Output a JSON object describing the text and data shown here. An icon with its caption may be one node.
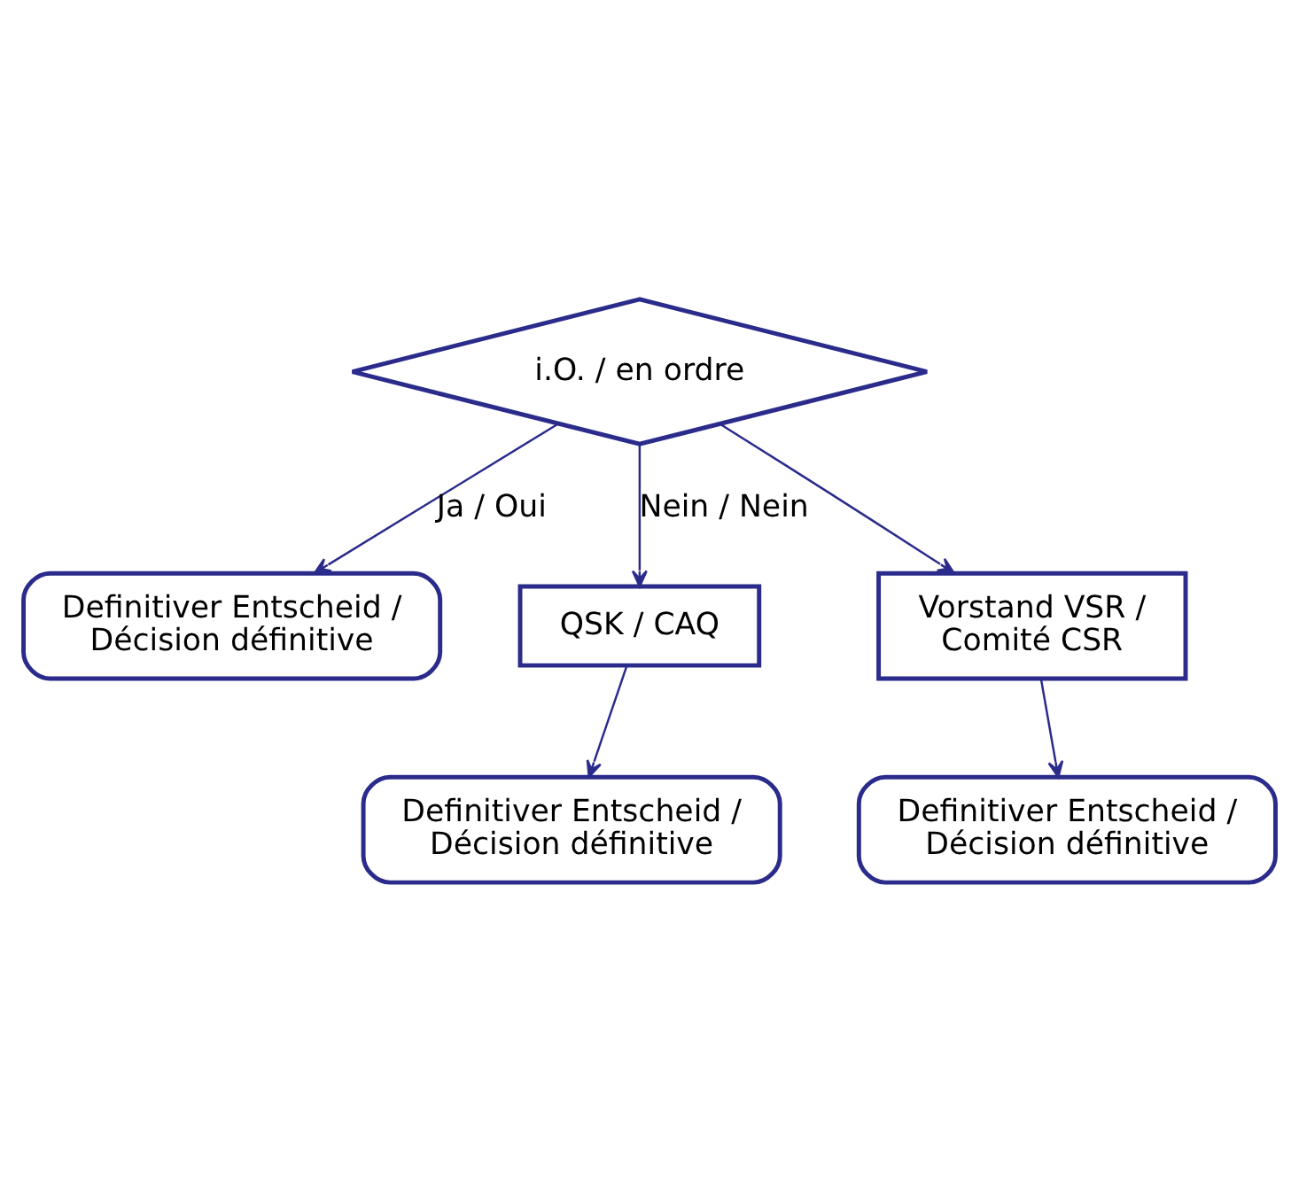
{
  "diagram": {
    "nodes": [
      {
        "text": [
          "i.O. / en ordre"
        ]
      },
      {
        "text": [
          "Definitiver Entscheid / Décision définitive"
        ]
      },
      {
        "text": [
          "QSK / CAQ"
        ]
      },
      {
        "text": [
          "Vorstand VSR / Comité CSR"
        ]
      },
      {
        "text": [
          "Definitiver Entscheid / Décision définitive"
        ]
      },
      {
        "text": [
          "Definitiver Entscheid / Décision définitive"
        ]
      }
    ],
    "edges": [
      {
        "from": 0,
        "to": 1,
        "arrow": "to",
        "label": "Ja / Oui"
      },
      {
        "from": 0,
        "to": 2,
        "arrow": "to",
        "label": "Nein / Nein"
      },
      {
        "from": 0,
        "to": 3,
        "arrow": "to"
      },
      {
        "from": 2,
        "to": 4,
        "arrow": "to"
      },
      {
        "from": 3,
        "to": 5,
        "arrow": "to"
      }
    ]
  }
}
